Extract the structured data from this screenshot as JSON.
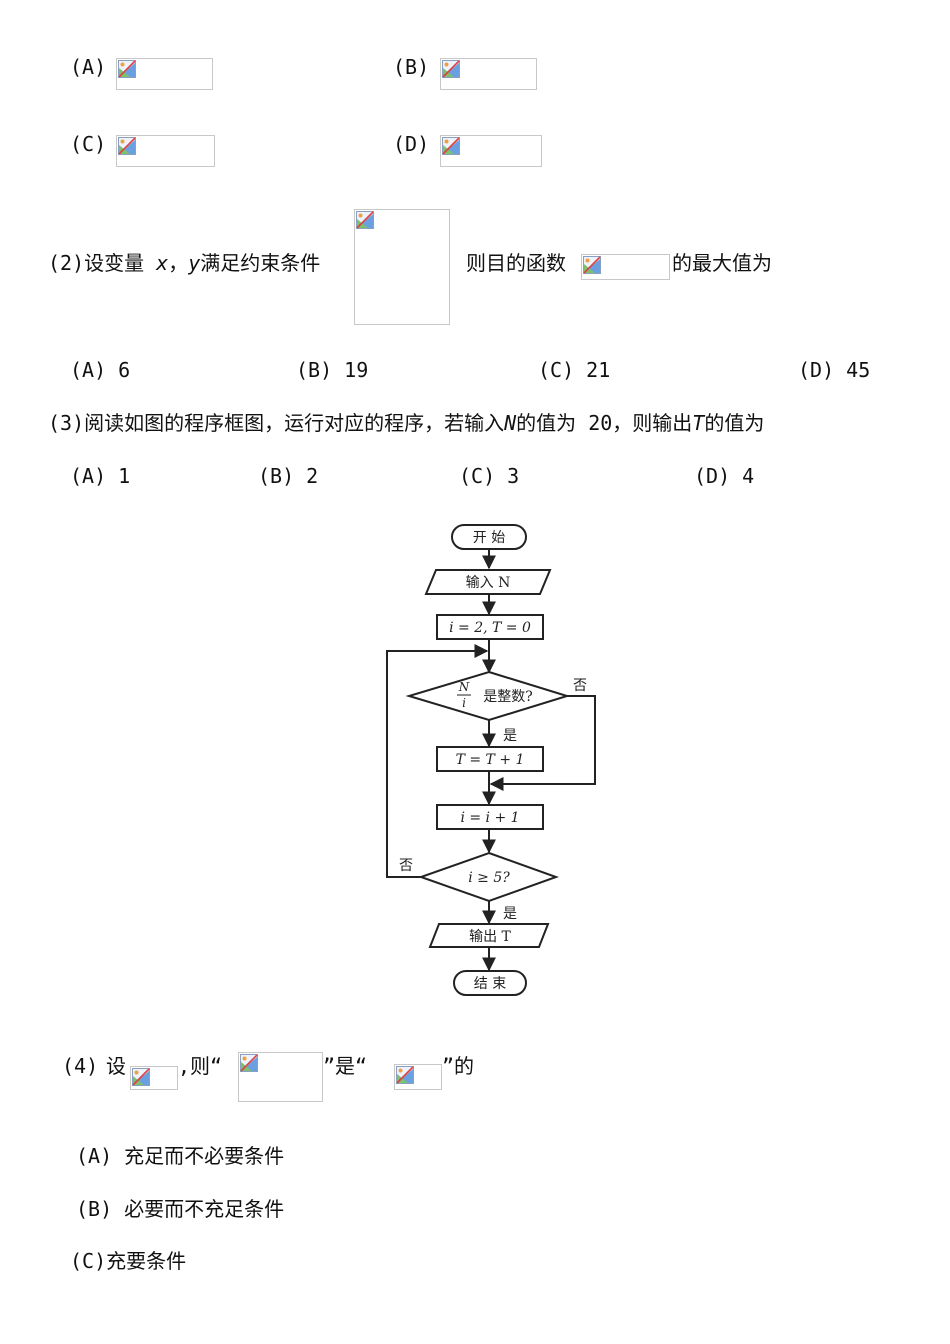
{
  "q1_options": {
    "a": "(A)",
    "b": "(B)",
    "c": "(C)",
    "d": "(D)"
  },
  "q2": {
    "number": "(2)",
    "text1": "设变量",
    "var_x": "x",
    "comma": "，",
    "var_y": "y",
    "text2": "满足约束条件",
    "text3": "则目的函数",
    "text4": "的最大值为",
    "options": [
      {
        "label": "(A)",
        "value": "6"
      },
      {
        "label": "(B)",
        "value": "19"
      },
      {
        "label": "(C)",
        "value": "21"
      },
      {
        "label": "(D)",
        "value": "45"
      }
    ]
  },
  "q3": {
    "number": "(3)",
    "text1": "阅读如图的程序框图，运行对应的程序，若输入",
    "var_n": "N",
    "text2": "的值为 20，则输出",
    "var_t": "T",
    "text3": "的值为",
    "options": [
      {
        "label": "(A)",
        "value": "1"
      },
      {
        "label": "(B)",
        "value": "2"
      },
      {
        "label": "(C)",
        "value": "3"
      },
      {
        "label": "(D)",
        "value": "4"
      }
    ]
  },
  "flowchart": {
    "start": "开 始",
    "input": "输入 N",
    "init": "i = 2,  T = 0",
    "cond1_num": "N",
    "cond1_den": "i",
    "cond1_text": "是整数?",
    "no1": "否",
    "yes1": "是",
    "inc_t": "T = T + 1",
    "inc_i": "i = i + 1",
    "cond2": "i ≥ 5?",
    "no2": "否",
    "yes2": "是",
    "output": "输出  T",
    "end": "结 束"
  },
  "q4": {
    "number": "(4)",
    "text1": "设",
    "text2": ",则“",
    "text3": "”是“",
    "text4": "”的",
    "options": [
      {
        "label": "(A)",
        "text": "充足而不必要条件"
      },
      {
        "label": "(B)",
        "text": "必要而不充足条件"
      },
      {
        "label": "(C)",
        "text": "充要条件"
      }
    ]
  }
}
